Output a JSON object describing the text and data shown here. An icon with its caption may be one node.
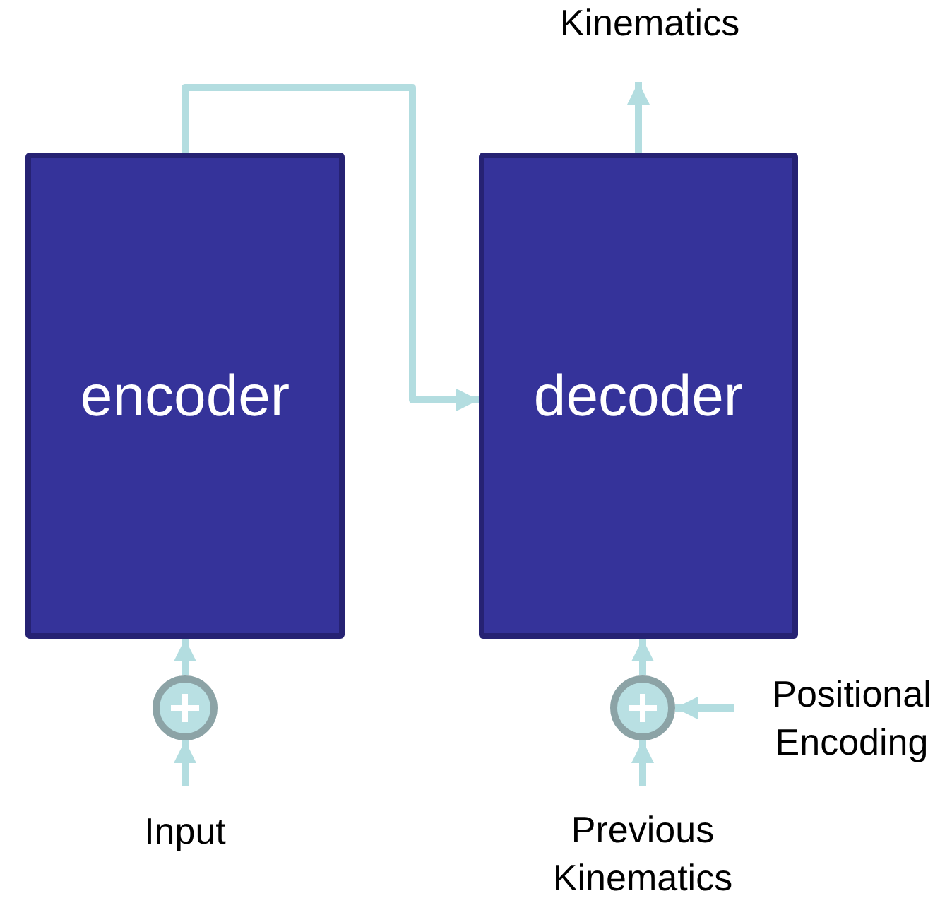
{
  "diagram": {
    "nodes": [
      {
        "text": [
          "encoder"
        ]
      },
      {
        "text": [
          "decoder"
        ]
      },
      {
        "text": [
          "Kinematics"
        ]
      },
      {
        "text": [],
        "shape": "circle"
      },
      {
        "text": [],
        "shape": "circle"
      },
      {
        "text": [
          "Input"
        ]
      },
      {
        "text": [
          "Previous Kinematics"
        ]
      },
      {
        "text": [
          "Positional Encoding"
        ]
      }
    ],
    "edges": [
      {
        "from": 0,
        "to": 1,
        "arrow": "to"
      },
      {
        "from": 1,
        "to": 2,
        "arrow": "to"
      },
      {
        "from": 3,
        "to": 0,
        "arrow": "to"
      },
      {
        "from": 5,
        "to": 3,
        "arrow": "to"
      },
      {
        "from": 4,
        "to": 1,
        "arrow": "to"
      },
      {
        "from": 6,
        "to": 4,
        "arrow": "to"
      },
      {
        "from": 7,
        "to": 4,
        "arrow": "to"
      }
    ]
  }
}
